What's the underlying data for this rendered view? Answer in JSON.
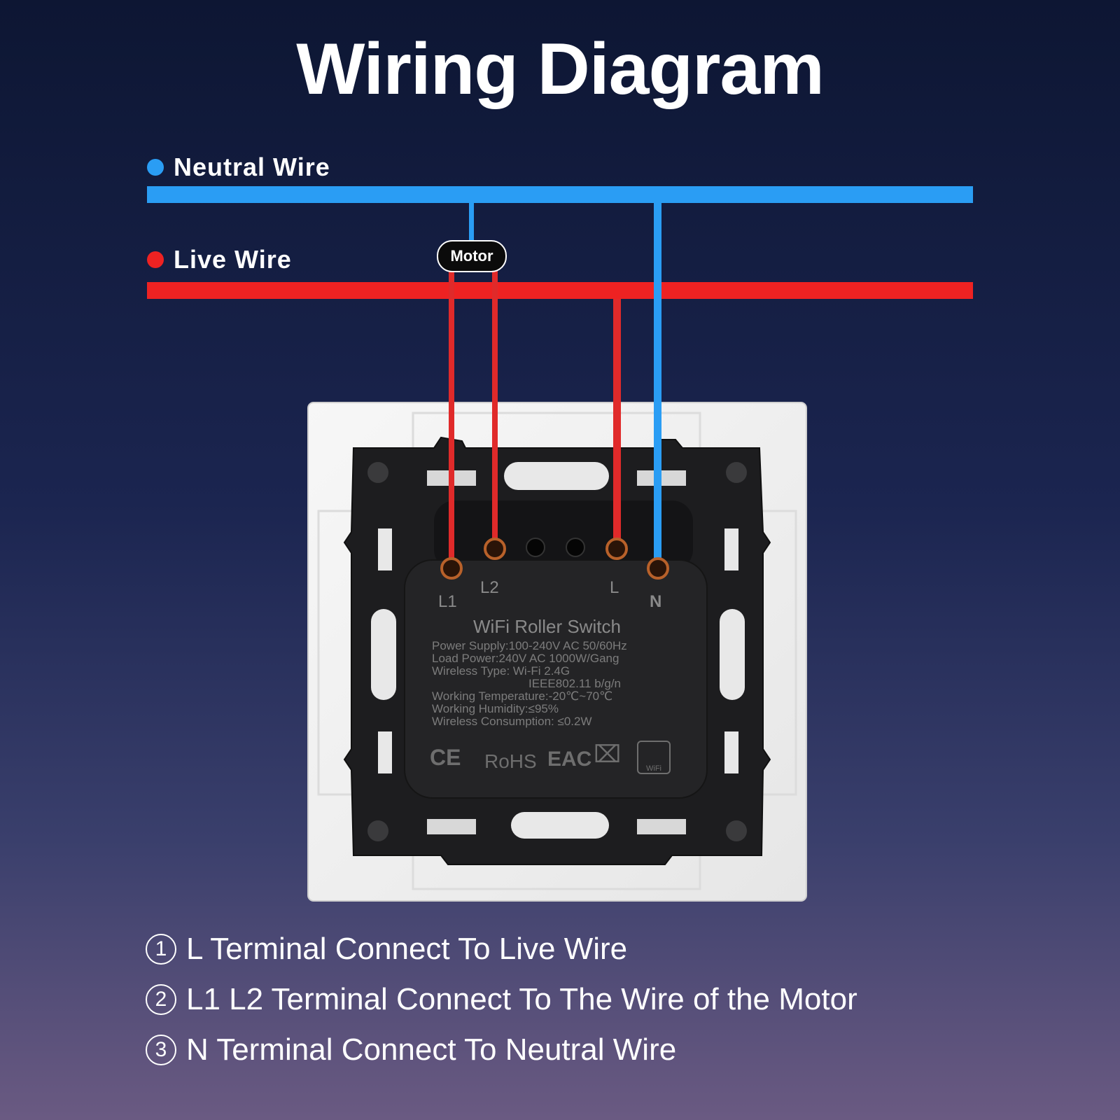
{
  "title": "Wiring Diagram",
  "wires": {
    "neutral": {
      "label": "Neutral Wire",
      "color": "#2a9df4"
    },
    "live": {
      "label": "Live Wire",
      "color": "#ee2222"
    }
  },
  "motor_label": "Motor",
  "device": {
    "terminals": [
      "L1",
      "L2",
      "L",
      "N"
    ],
    "name": "WiFi Roller Switch",
    "specs": [
      "Power Supply:100-240V AC 50/60Hz",
      "Load Power:240V AC 1000W/Gang",
      "Wireless Type: Wi-Fi 2.4G",
      "IEEE802.11 b/g/n",
      "Working Temperature:-20℃~70℃",
      "Working Humidity:≤95%",
      "Wireless Consumption: ≤0.2W"
    ],
    "marks": [
      "CE",
      "RoHS",
      "EAC",
      "WiFi"
    ]
  },
  "instructions": [
    {
      "num": "1",
      "text": "L Terminal Connect To Live Wire"
    },
    {
      "num": "2",
      "text": "L1 L2 Terminal Connect To The Wire of the Motor"
    },
    {
      "num": "3",
      "text": "N Terminal Connect To Neutral Wire"
    }
  ]
}
